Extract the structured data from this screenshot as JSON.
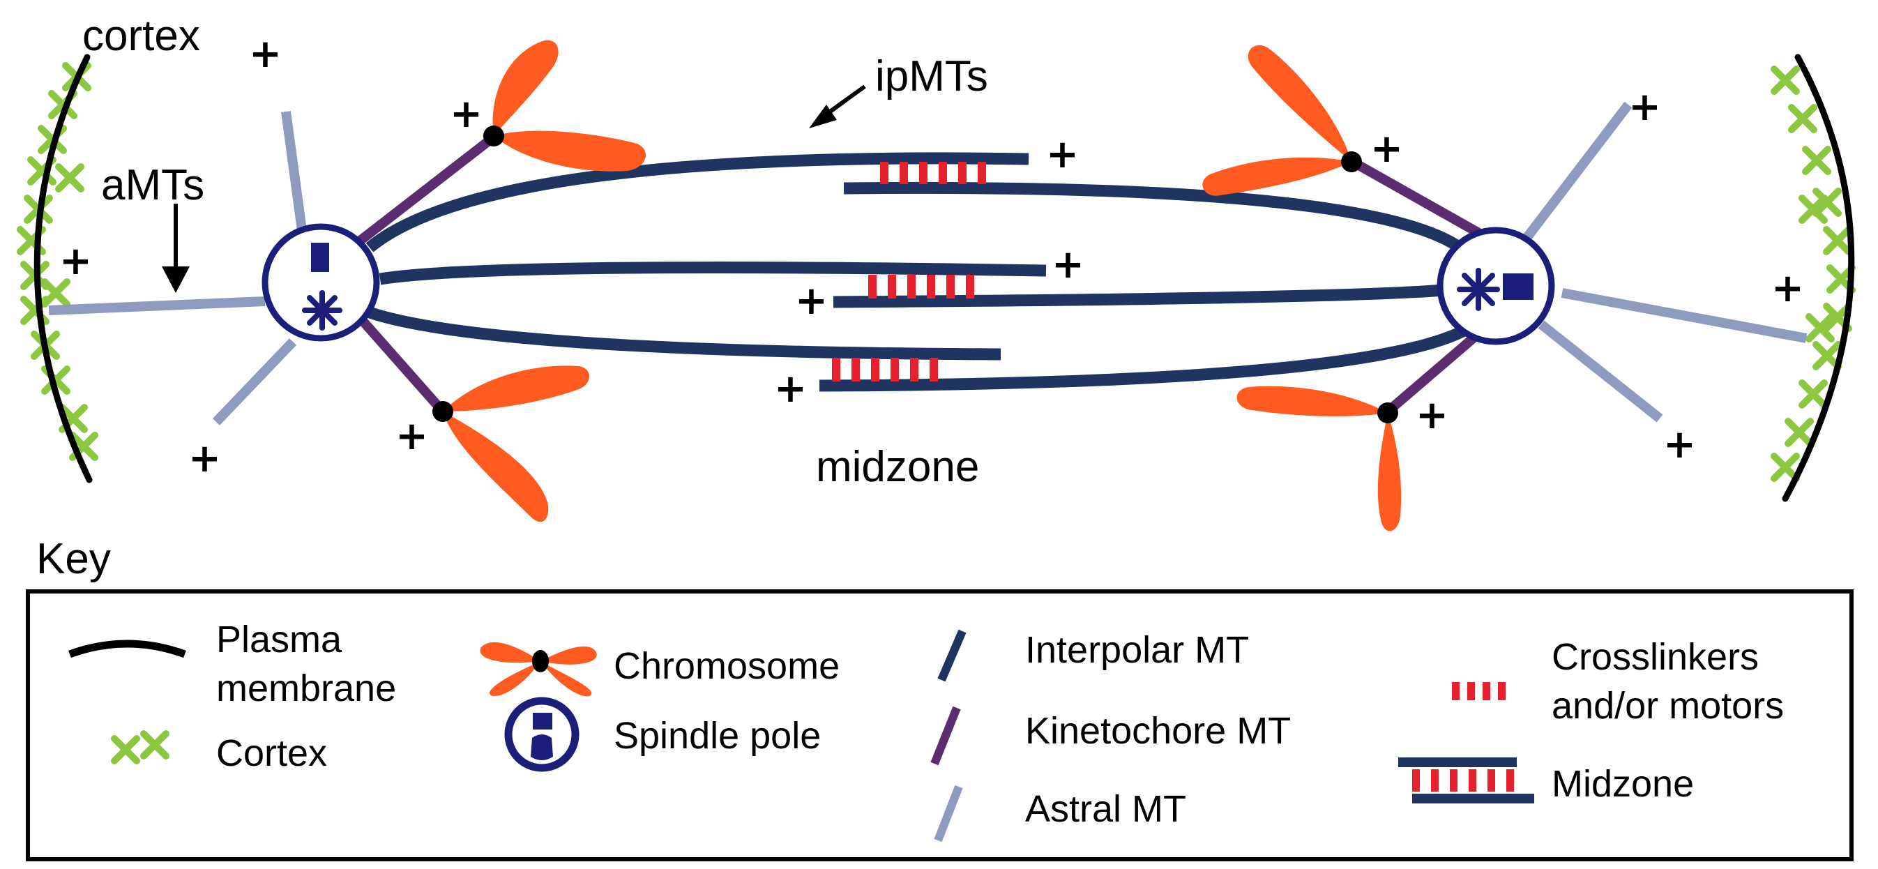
{
  "labels": {
    "cortex": "cortex",
    "ipmts": "ipMTs",
    "amts": "aMTs",
    "midzone": "midzone",
    "key": "Key",
    "plus": "+"
  },
  "legend": {
    "plasma_membrane_line1": "Plasma",
    "plasma_membrane_line2": "membrane",
    "cortex": "Cortex",
    "chromosome": "Chromosome",
    "spindle_pole": "Spindle pole",
    "interpolar_mt": "Interpolar MT",
    "kinetochore_mt": "Kinetochore MT",
    "astral_mt": "Astral MT",
    "crosslinkers_line1": "Crosslinkers",
    "crosslinkers_line2": "and/or motors",
    "midzone": "Midzone"
  },
  "colors": {
    "plasma_membrane": "#000000",
    "cortex": "#8DC63F",
    "chromosome": "#FF5A1F",
    "spindle_pole": "#1B1F7A",
    "interpolar_mt": "#1F3460",
    "kinetochore_mt": "#5B2C6F",
    "astral_mt": "#8E9BBF",
    "crosslinker": "#E8202E"
  }
}
